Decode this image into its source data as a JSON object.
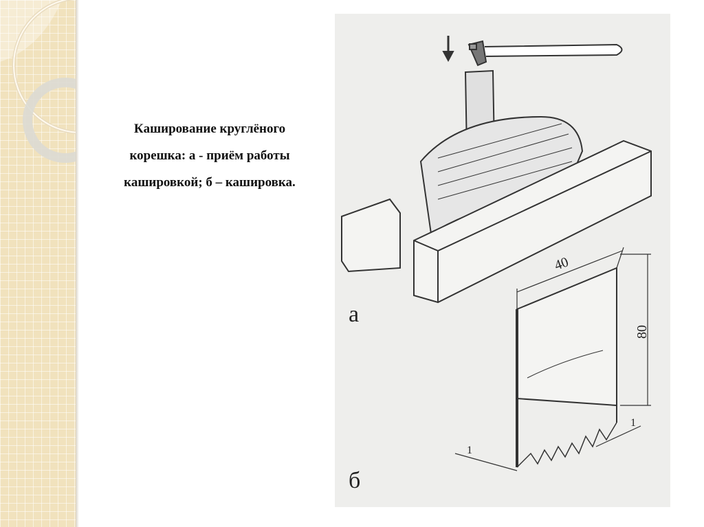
{
  "caption": {
    "line1": "Кaширование круглёного",
    "line2": "корешка: а - приём работы",
    "line3": "кашировкой; б – кашировка."
  },
  "figure": {
    "label_a": "а",
    "label_b": "б",
    "dim_width": "40",
    "dim_height": "80",
    "dim_tooth_left": "1",
    "dim_tooth_right": "1"
  },
  "colors": {
    "sidebar": "#f1e2bd",
    "figure_bg": "#eeeeec",
    "text": "#111111"
  }
}
